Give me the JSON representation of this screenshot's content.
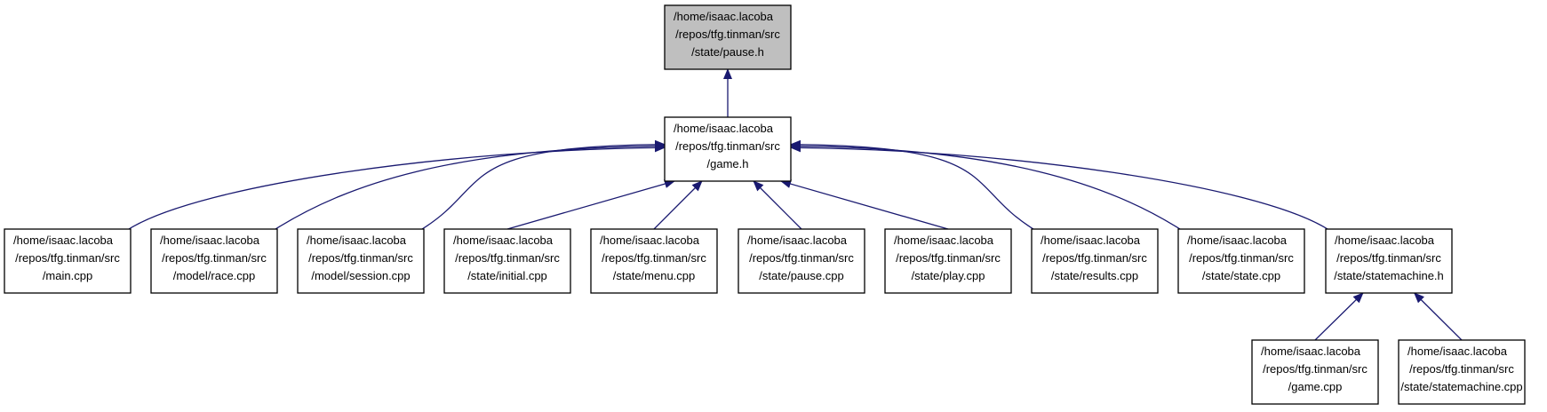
{
  "colors": {
    "edge": "#191970",
    "highlight_fill": "#bfbfbf",
    "node_fill": "#ffffff",
    "node_border": "#000000"
  },
  "nodes": [
    {
      "id": "pause_h",
      "lines": [
        "/home/isaac.lacoba",
        "/repos/tfg.tinman/src",
        "/state/pause.h"
      ],
      "highlighted": true
    },
    {
      "id": "game_h",
      "lines": [
        "/home/isaac.lacoba",
        "/repos/tfg.tinman/src",
        "/game.h"
      ]
    },
    {
      "id": "main_cpp",
      "lines": [
        "/home/isaac.lacoba",
        "/repos/tfg.tinman/src",
        "/main.cpp"
      ]
    },
    {
      "id": "race_cpp",
      "lines": [
        "/home/isaac.lacoba",
        "/repos/tfg.tinman/src",
        "/model/race.cpp"
      ]
    },
    {
      "id": "session_cpp",
      "lines": [
        "/home/isaac.lacoba",
        "/repos/tfg.tinman/src",
        "/model/session.cpp"
      ]
    },
    {
      "id": "initial_cpp",
      "lines": [
        "/home/isaac.lacoba",
        "/repos/tfg.tinman/src",
        "/state/initial.cpp"
      ]
    },
    {
      "id": "menu_cpp",
      "lines": [
        "/home/isaac.lacoba",
        "/repos/tfg.tinman/src",
        "/state/menu.cpp"
      ]
    },
    {
      "id": "pause_cpp",
      "lines": [
        "/home/isaac.lacoba",
        "/repos/tfg.tinman/src",
        "/state/pause.cpp"
      ]
    },
    {
      "id": "play_cpp",
      "lines": [
        "/home/isaac.lacoba",
        "/repos/tfg.tinman/src",
        "/state/play.cpp"
      ]
    },
    {
      "id": "results_cpp",
      "lines": [
        "/home/isaac.lacoba",
        "/repos/tfg.tinman/src",
        "/state/results.cpp"
      ]
    },
    {
      "id": "state_cpp",
      "lines": [
        "/home/isaac.lacoba",
        "/repos/tfg.tinman/src",
        "/state/state.cpp"
      ]
    },
    {
      "id": "statemachine_h",
      "lines": [
        "/home/isaac.lacoba",
        "/repos/tfg.tinman/src",
        "/state/statemachine.h"
      ]
    },
    {
      "id": "game_cpp",
      "lines": [
        "/home/isaac.lacoba",
        "/repos/tfg.tinman/src",
        "/game.cpp"
      ]
    },
    {
      "id": "statemachine_cpp",
      "lines": [
        "/home/isaac.lacoba",
        "/repos/tfg.tinman/src",
        "/state/statemachine.cpp"
      ]
    }
  ],
  "edges": [
    {
      "from": "game_h",
      "to": "pause_h"
    },
    {
      "from": "main_cpp",
      "to": "game_h"
    },
    {
      "from": "race_cpp",
      "to": "game_h"
    },
    {
      "from": "session_cpp",
      "to": "game_h"
    },
    {
      "from": "initial_cpp",
      "to": "game_h"
    },
    {
      "from": "menu_cpp",
      "to": "game_h"
    },
    {
      "from": "pause_cpp",
      "to": "game_h"
    },
    {
      "from": "play_cpp",
      "to": "game_h"
    },
    {
      "from": "results_cpp",
      "to": "game_h"
    },
    {
      "from": "state_cpp",
      "to": "game_h"
    },
    {
      "from": "statemachine_h",
      "to": "game_h"
    },
    {
      "from": "game_cpp",
      "to": "statemachine_h"
    },
    {
      "from": "statemachine_cpp",
      "to": "statemachine_h"
    }
  ]
}
